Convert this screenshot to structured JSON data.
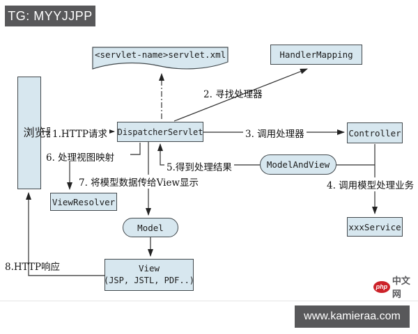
{
  "banners": {
    "top": {
      "label": "TG: MYYJJPP",
      "bg": "#58585a",
      "fg": "#ffffff"
    },
    "bottom": {
      "label": "www.kamieraa.com",
      "bg": "#58585a",
      "fg": "#ffffff"
    }
  },
  "watermark": {
    "logo_text": "php",
    "site_text": "中文网",
    "logo_color": "#cc2229"
  },
  "diagram": {
    "colors": {
      "node_fill": "#d7e7ef",
      "node_border": "#41484c",
      "line": "#2e2e2e"
    },
    "nodes": {
      "browser": {
        "label": "浏览器"
      },
      "servlet_xml": {
        "label": "<servlet-name>servlet.xml"
      },
      "handler_mapping": {
        "label": "HandlerMapping"
      },
      "dispatcher_servlet": {
        "label": "DispatcherServlet"
      },
      "controller": {
        "label": "Controller"
      },
      "model_and_view": {
        "label": "ModelAndView"
      },
      "view_resolver": {
        "label": "ViewResolver"
      },
      "model": {
        "label": "Model"
      },
      "view": {
        "label": "View",
        "sublabel": "(JSP, JSTL, PDF..)"
      },
      "xxx_service": {
        "label": "xxxService"
      }
    },
    "edges": {
      "e1": {
        "label": "1.HTTP请求"
      },
      "e2": {
        "label": "2. 寻找处理器"
      },
      "e3": {
        "label": "3. 调用处理器"
      },
      "e4": {
        "label": "4. 调用模型处理业务"
      },
      "e5": {
        "label": "5.得到处理结果"
      },
      "e6": {
        "label": "6. 处理视图映射"
      },
      "e7": {
        "label": "7. 将模型数据传给View显示"
      },
      "e8": {
        "label": "8.HTTP响应"
      }
    }
  }
}
